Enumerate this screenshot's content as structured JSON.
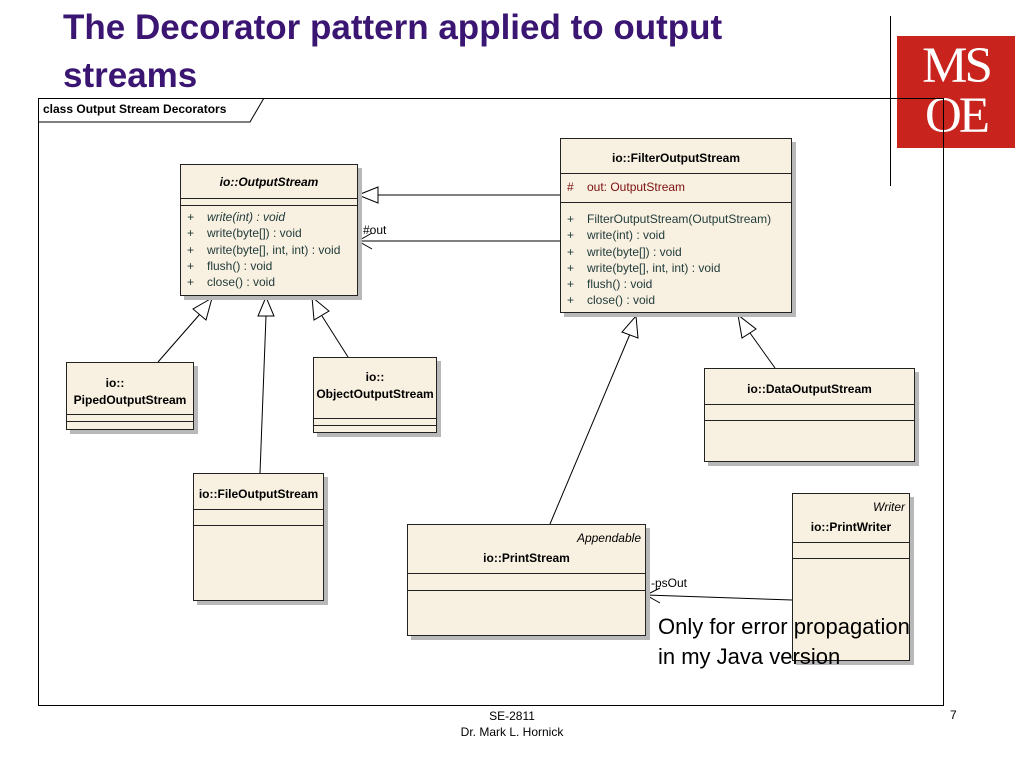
{
  "slide": {
    "title": "The Decorator pattern applied to output streams",
    "logo": {
      "line1": "MS",
      "line2": "OE"
    },
    "frame_label": "class Output Stream Decorators",
    "note": "Only for error propagation in my Java version",
    "footer": {
      "course": "SE-2811",
      "author": "Dr. Mark L. Hornick"
    },
    "page_number": "7"
  },
  "classes": {
    "output_stream": {
      "name": "io::OutputStream",
      "methods": [
        {
          "vis": "+",
          "sig": "write(int) : void"
        },
        {
          "vis": "+",
          "sig": "write(byte[]) : void"
        },
        {
          "vis": "+",
          "sig": "write(byte[], int, int) : void"
        },
        {
          "vis": "+",
          "sig": "flush() : void"
        },
        {
          "vis": "+",
          "sig": "close() : void"
        }
      ]
    },
    "filter_output_stream": {
      "name": "io::FilterOutputStream",
      "attribute": {
        "vis": "#",
        "sig": "out:  OutputStream"
      },
      "methods": [
        {
          "vis": "+",
          "sig": "FilterOutputStream(OutputStream)"
        },
        {
          "vis": "+",
          "sig": "write(int) : void"
        },
        {
          "vis": "+",
          "sig": "write(byte[]) : void"
        },
        {
          "vis": "+",
          "sig": "write(byte[], int, int) : void"
        },
        {
          "vis": "+",
          "sig": "flush() : void"
        },
        {
          "vis": "+",
          "sig": "close() : void"
        }
      ]
    },
    "piped_output_stream": {
      "name_line1": "io::",
      "name_line2": "PipedOutputStream"
    },
    "object_output_stream": {
      "name_line1": "io::",
      "name_line2": "ObjectOutputStream"
    },
    "file_output_stream": {
      "name": "io::FileOutputStream"
    },
    "data_output_stream": {
      "name": "io::DataOutputStream"
    },
    "print_stream": {
      "stereotype": "Appendable",
      "name": "io::PrintStream"
    },
    "print_writer": {
      "stereotype": "Writer",
      "name": "io::PrintWriter"
    }
  },
  "edges": {
    "out_label": "#out",
    "psout_label": "-psOut"
  }
}
